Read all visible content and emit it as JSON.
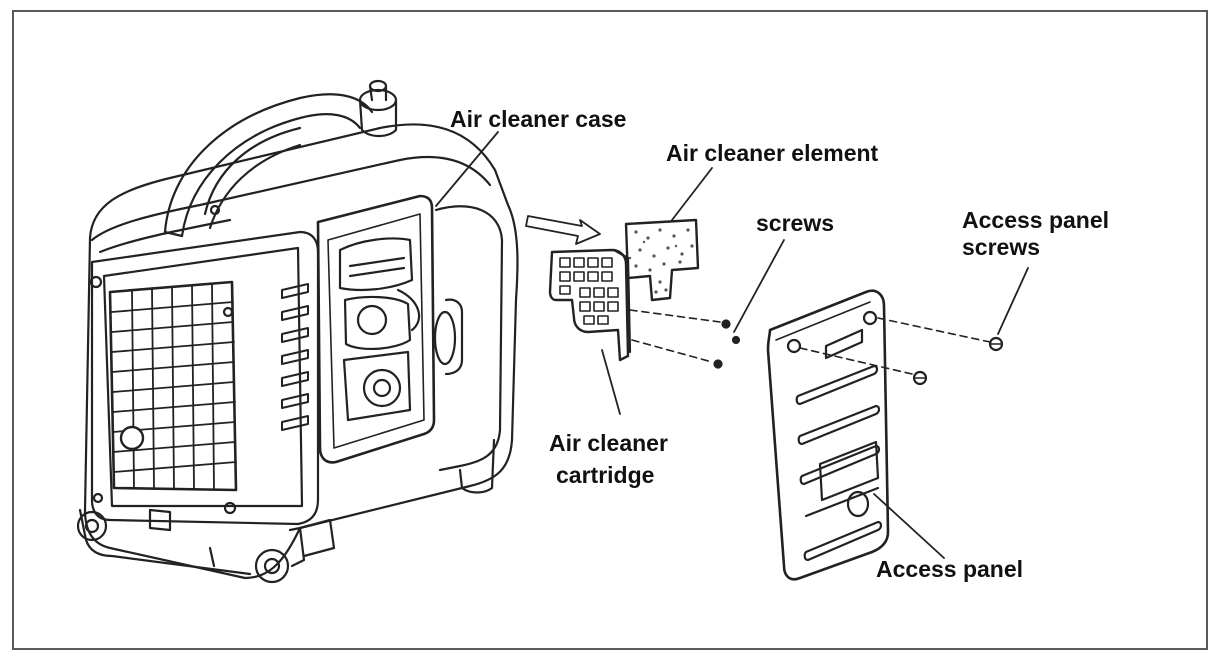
{
  "labels": {
    "air_cleaner_case": "Air cleaner case",
    "air_cleaner_element": "Air cleaner element",
    "screws": "screws",
    "access_panel_screws_line1": "Access panel",
    "access_panel_screws_line2": "screws",
    "air_cleaner_cartridge_line1": "Air cleaner",
    "air_cleaner_cartridge_line2": "cartridge",
    "access_panel": "Access panel"
  },
  "colors": {
    "line": "#222222",
    "text": "#111111",
    "frame": "#5a5a5a"
  }
}
